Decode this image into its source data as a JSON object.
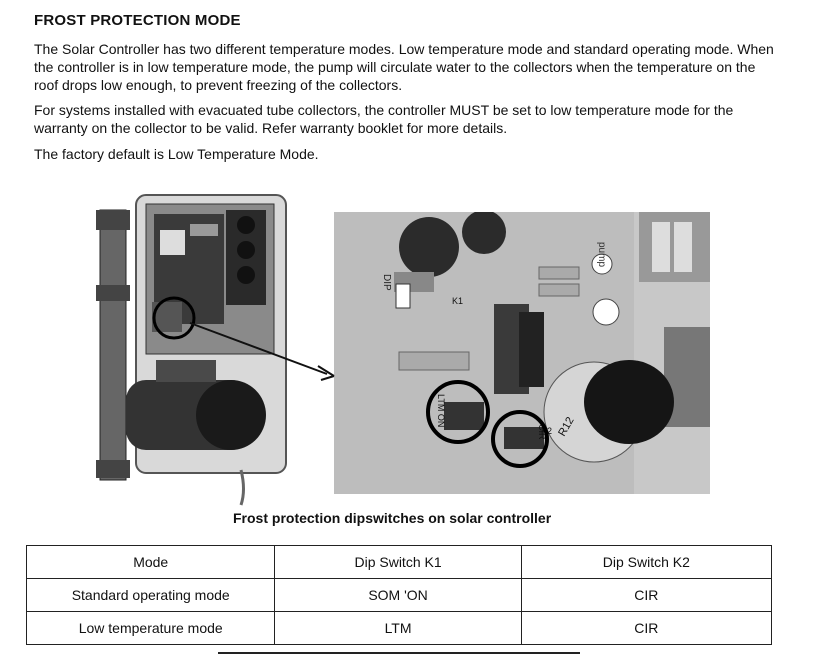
{
  "heading": "FROST PROTECTION MODE",
  "paragraphs": [
    "The Solar Controller has two different temperature modes. Low temperature mode and standard operating mode. When the controller is in low temperature mode, the pump will circulate water to the collectors when the temperature on the roof drops low enough, to prevent freezing of the collectors.",
    "For systems installed with evacuated tube collectors, the controller MUST be set to low temperature mode for the warranty on the collector to be valid. Refer warranty booklet for more details.",
    "The factory default is Low Temperature Mode."
  ],
  "figure": {
    "caption": "Frost protection dipswitches on solar controller",
    "pcb_labels": {
      "switch_left": "LTM ON",
      "switch_right": "CIR",
      "pump": "pump",
      "dip_label": "DIP",
      "k1": "K1",
      "k2": "K2",
      "r12": "R12"
    }
  },
  "table": {
    "headers": [
      "Mode",
      "Dip Switch K1",
      "Dip Switch K2"
    ],
    "rows": [
      [
        "Standard operating mode",
        "SOM 'ON",
        "CIR"
      ],
      [
        "Low temperature mode",
        "LTM",
        "CIR"
      ]
    ]
  }
}
